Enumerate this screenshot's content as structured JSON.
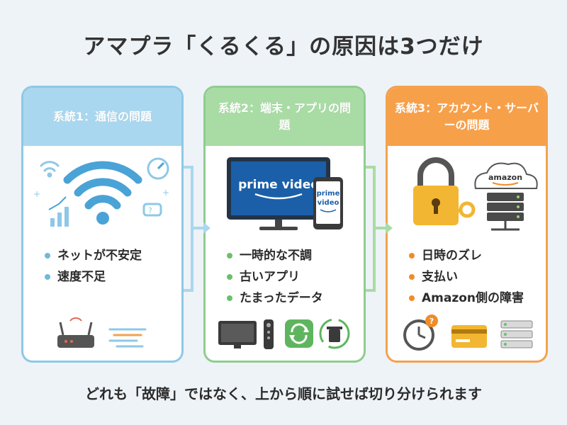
{
  "title": "アマプラ「くるくる」の原因は3つだけ",
  "cards": [
    {
      "heading": "系統1：通信の問題",
      "bullets": [
        "ネットが不安定",
        "速度不足"
      ]
    },
    {
      "heading": "系統2：端末・アプリの問題",
      "bullets": [
        "一時的な不調",
        "古いアプリ",
        "たまったデータ"
      ],
      "tv_brand": "prime video",
      "phone_brand_line1": "prime",
      "phone_brand_line2": "video"
    },
    {
      "heading": "系統3：アカウント・サーバーの問題",
      "bullets": [
        "日時のズレ",
        "支払い",
        "Amazon側の障害"
      ],
      "cloud_brand": "amazon"
    }
  ],
  "footer": "どれも「故障」ではなく、上から順に試せば切り分けられます",
  "colors": {
    "card1": "#8ec8e6",
    "card2": "#8fcc8f",
    "card3": "#f4a24e"
  }
}
